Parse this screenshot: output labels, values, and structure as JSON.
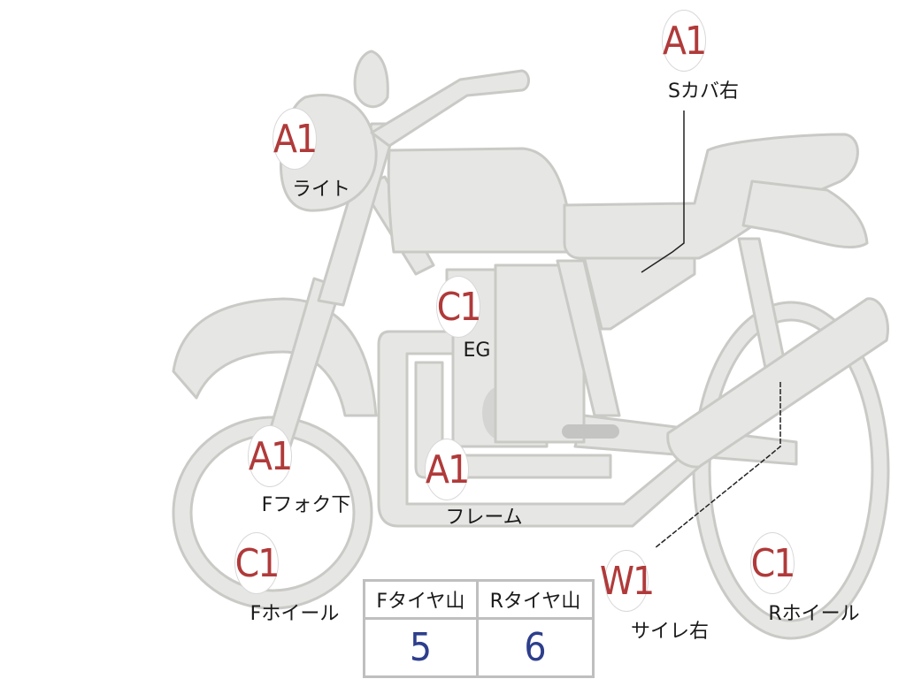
{
  "parts": [
    {
      "id": "light",
      "grade": "A1",
      "label": "ライト"
    },
    {
      "id": "s-cover-right",
      "grade": "A1",
      "label": "Sカバ右"
    },
    {
      "id": "engine",
      "grade": "C1",
      "label": "EG"
    },
    {
      "id": "front-fork-lower",
      "grade": "A1",
      "label": "Fフォク下"
    },
    {
      "id": "frame",
      "grade": "A1",
      "label": "フレーム"
    },
    {
      "id": "front-wheel",
      "grade": "C1",
      "label": "Fホイール"
    },
    {
      "id": "silencer-right",
      "grade": "W1",
      "label": "サイレ右"
    },
    {
      "id": "rear-wheel",
      "grade": "C1",
      "label": "Rホイール"
    }
  ],
  "tire_table": {
    "front_header": "Fタイヤ山",
    "rear_header": "Rタイヤ山",
    "front_value": "5",
    "rear_value": "6"
  },
  "colors": {
    "grade_text": "#b03a3a",
    "table_value": "#2d3e8c",
    "body_fill": "#e6e6e4",
    "body_stroke": "#c9c9c6"
  }
}
